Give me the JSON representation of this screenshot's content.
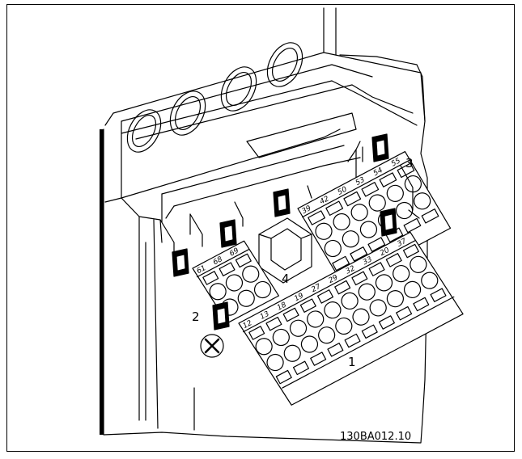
{
  "callouts": {
    "c1": "1",
    "c2": "2",
    "c3": "3",
    "c4": "4"
  },
  "terminals": {
    "group_top_right": [
      "39",
      "42",
      "50",
      "53",
      "54",
      "55"
    ],
    "group_left": [
      "61",
      "68",
      "69"
    ],
    "group_bottom": [
      "12",
      "13",
      "18",
      "19",
      "27",
      "29",
      "32",
      "33",
      "20",
      "37"
    ]
  },
  "figure_code": "130BA012.10"
}
